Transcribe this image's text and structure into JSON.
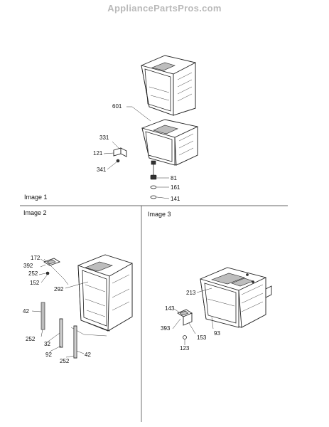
{
  "watermark": "AppliancePartsPros.com",
  "panels": {
    "image1": "Image 1",
    "image2": "Image 2",
    "image3": "Image 3"
  },
  "callouts": {
    "image1": [
      "601",
      "331",
      "121",
      "341",
      "81",
      "161",
      "141"
    ],
    "image2": [
      "172",
      "392",
      "252",
      "152",
      "292",
      "42",
      "252",
      "32",
      "92",
      "252",
      "42"
    ],
    "image3": [
      "213",
      "143",
      "393",
      "153",
      "93",
      "123"
    ]
  }
}
